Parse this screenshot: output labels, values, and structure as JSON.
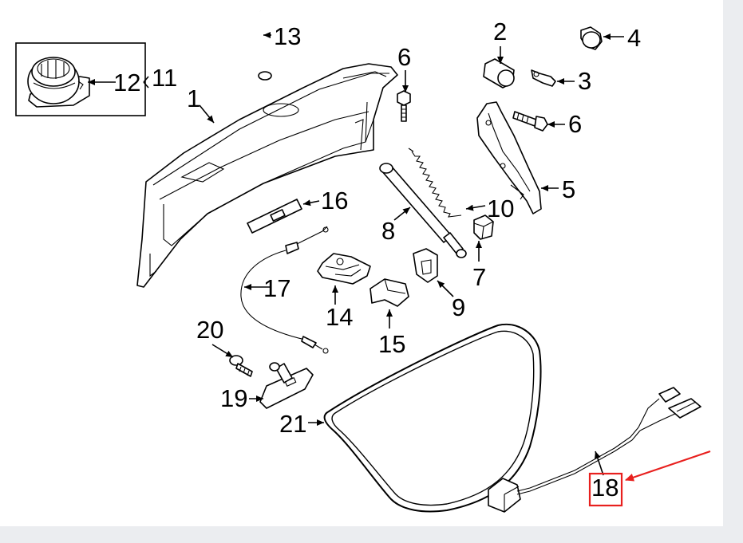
{
  "diagram": {
    "callouts": [
      {
        "id": "c1",
        "label": "1"
      },
      {
        "id": "c2",
        "label": "2"
      },
      {
        "id": "c3",
        "label": "3"
      },
      {
        "id": "c4",
        "label": "4"
      },
      {
        "id": "c5",
        "label": "5"
      },
      {
        "id": "c6a",
        "label": "6"
      },
      {
        "id": "c6b",
        "label": "6"
      },
      {
        "id": "c7",
        "label": "7"
      },
      {
        "id": "c8",
        "label": "8"
      },
      {
        "id": "c9",
        "label": "9"
      },
      {
        "id": "c10",
        "label": "10"
      },
      {
        "id": "c11",
        "label": "11"
      },
      {
        "id": "c12",
        "label": "12"
      },
      {
        "id": "c13",
        "label": "13"
      },
      {
        "id": "c14",
        "label": "14"
      },
      {
        "id": "c15",
        "label": "15"
      },
      {
        "id": "c16",
        "label": "16"
      },
      {
        "id": "c17",
        "label": "17"
      },
      {
        "id": "c18",
        "label": "18"
      },
      {
        "id": "c19",
        "label": "19"
      },
      {
        "id": "c20",
        "label": "20"
      },
      {
        "id": "c21",
        "label": "21"
      }
    ],
    "highlight": {
      "part": "18",
      "color": "#e8201e"
    }
  }
}
